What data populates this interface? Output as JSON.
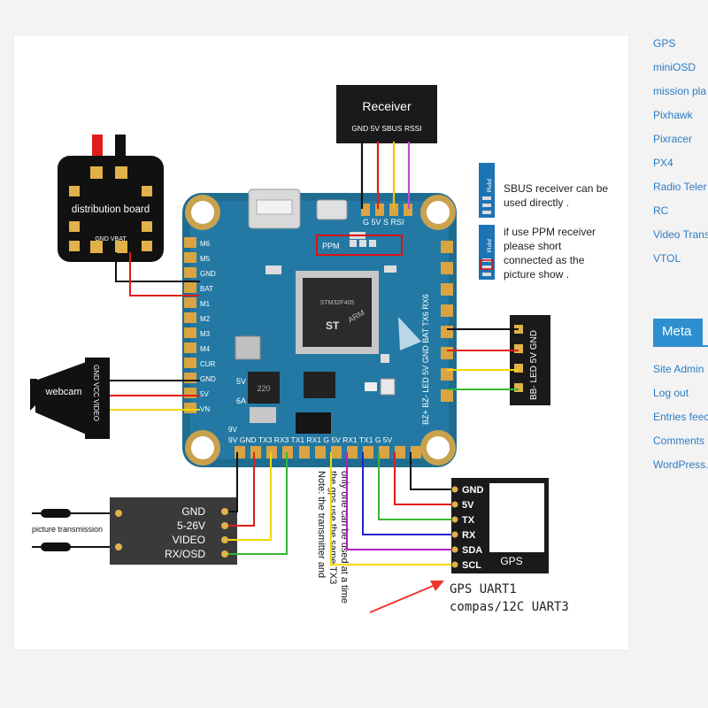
{
  "sidebar": {
    "links": [
      "GPS",
      "miniOSD",
      "mission pla",
      "Pixhawk",
      "Pixracer",
      "PX4",
      "Radio Teler",
      "RC",
      "Video Trans",
      "VTOL"
    ],
    "meta_title": "Meta",
    "meta_links": [
      "Site Admin",
      "Log out",
      "Entries feec",
      "Comments",
      "WordPress."
    ]
  },
  "diagram": {
    "receiver": {
      "title": "Receiver",
      "pins": "GND 5V SBUS RSSI"
    },
    "fc_receiver_pins": "G 5V S RSI",
    "ppm_label": "PPM",
    "sbus_note": [
      "SBUS receiver can be",
      "used directly ."
    ],
    "ppm_note": [
      "if use PPM receiver",
      "please short",
      "connected as the",
      "picture show ."
    ],
    "distribution": {
      "title": "distribution board",
      "pins": "GND VBAT"
    },
    "left_pads": [
      "M6",
      "M5",
      "GND",
      "BAT",
      "M1",
      "M2",
      "M3",
      "M4",
      "CUR",
      "GND",
      "5V",
      "VN"
    ],
    "right_pads": "BZ+ BZ- LED 5V GND BAT TX6 RX6",
    "bottom_pads": "9V GND TX3 RX3 TX1 RX1 G 5V RX1 TX1 G 5V",
    "webcam": {
      "label": "webcam",
      "pins": "GND VCC VIDEO"
    },
    "led_strip": {
      "pins": "BB- LED 5V GND"
    },
    "vtx": {
      "antenna_label": "picture transmission",
      "pins": [
        "GND",
        "5-26V",
        "VIDEO",
        "RX/OSD"
      ]
    },
    "gps": {
      "label": "GPS",
      "pins": [
        "GND",
        "5V",
        "TX",
        "RX",
        "SDA",
        "SCL"
      ]
    },
    "gps_caption": [
      "GPS UART1",
      "compas/12C UART3"
    ],
    "note_lines": [
      "Note: the transmitter and",
      "the gps use the same TX3",
      "only one can be used at a time"
    ],
    "board_labels": {
      "sixv": "5V",
      "sixa": "6A",
      "nine_v": "9V",
      "arm": "ARM",
      "chip": "STM32F405"
    }
  }
}
